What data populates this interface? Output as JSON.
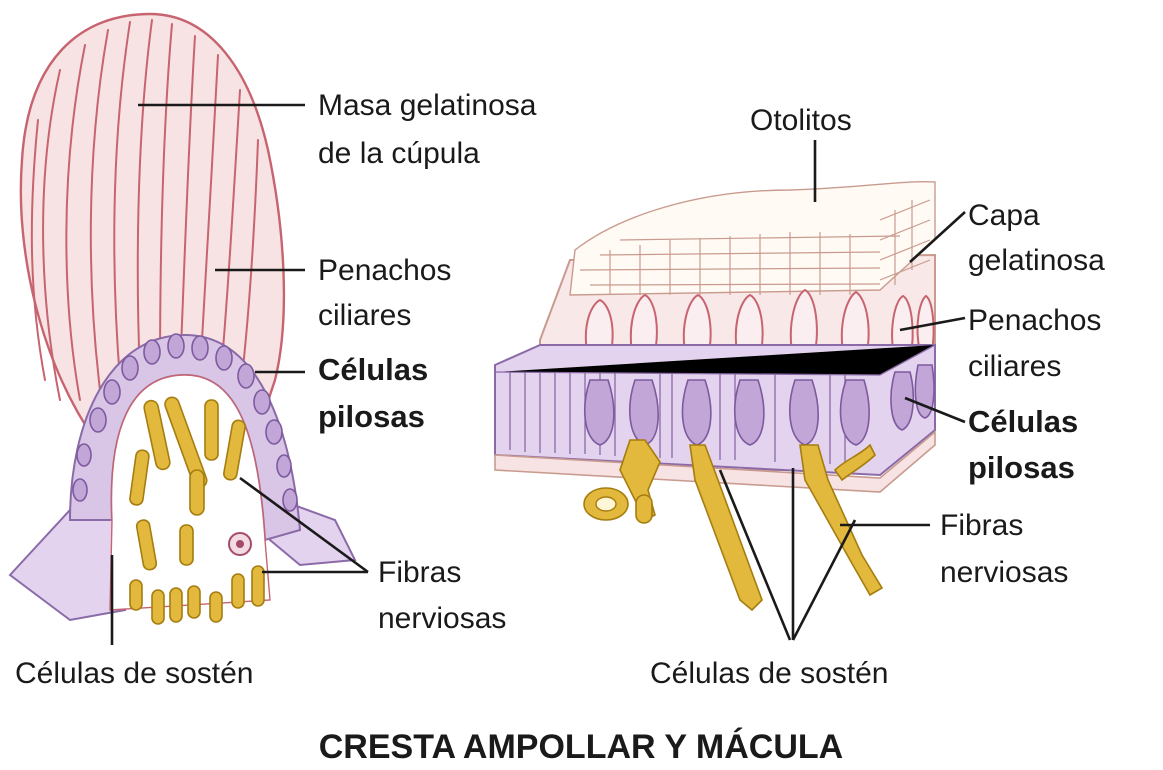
{
  "title": "CRESTA AMPOLLAR Y MÁCULA",
  "left_diagram": {
    "labels": {
      "masa_line1": "Masa gelatinosa",
      "masa_line2": "de la cúpula",
      "penachos_line1": "Penachos",
      "penachos_line2": "ciliares",
      "celulas_line1": "Células",
      "celulas_line2": "pilosas",
      "fibras_line1": "Fibras",
      "fibras_line2": "nerviosas",
      "sosten": "Células de sostén"
    }
  },
  "right_diagram": {
    "labels": {
      "otolitos": "Otolitos",
      "capa_line1": "Capa",
      "capa_line2": "gelatinosa",
      "penachos_line1": "Penachos",
      "penachos_line2": "ciliares",
      "celulas_line1": "Células",
      "celulas_line2": "pilosas",
      "fibras_line1": "Fibras",
      "fibras_line2": "nerviosas",
      "sosten": "Células de sostén"
    }
  },
  "colors": {
    "cupula_stroke": "#c7646f",
    "cupula_fill": "#f7e3e3",
    "hair_cell_purple": "#c1a6d7",
    "epithelium_purple": "#d9c6e6",
    "nerve_yellow": "#e2b93c"
  }
}
